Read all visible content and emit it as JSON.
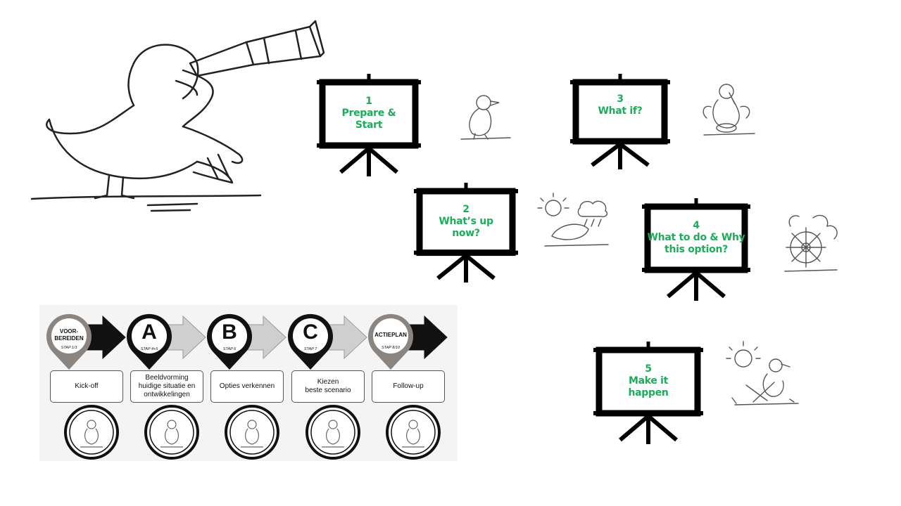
{
  "boards": [
    {
      "number": "1",
      "line1": "Prepare &",
      "line2": "Start"
    },
    {
      "number": "2",
      "line1": "What’s up",
      "line2": "now?"
    },
    {
      "number": "3",
      "line1": "What if?",
      "line2": ""
    },
    {
      "number": "4",
      "line1": "What to do & Why",
      "line2": "this option?"
    },
    {
      "number": "5",
      "line1": "Make it",
      "line2": "happen"
    }
  ],
  "process": {
    "pins": [
      {
        "label": "VOOR-\nBEREIDEN",
        "sub": "STAP 1/3",
        "style": "gray"
      },
      {
        "label": "A",
        "sub": "STAP 4+5",
        "style": "black"
      },
      {
        "label": "B",
        "sub": "STAP 6",
        "style": "black"
      },
      {
        "label": "C",
        "sub": "STAP 7",
        "style": "black"
      },
      {
        "label": "ACTIEPLAN",
        "sub": "STAP 8/10",
        "style": "gray"
      }
    ],
    "steps": [
      "Kick-off",
      "Beeldvorming\nhuidige situatie en\nontwikkelingen",
      "Opties verkennen",
      "Kiezen\nbeste scenario",
      "Follow-up"
    ]
  },
  "colors": {
    "label_green": "#1aae5a",
    "board": "#000000",
    "pin_gray": "#8a8580"
  },
  "icons": [
    "seagull-telescope-illustration",
    "seagull-walking-icon",
    "seagull-weather-icon",
    "seagull-thinking-icon",
    "seagull-helm-icon",
    "seagull-beach-chair-icon"
  ]
}
